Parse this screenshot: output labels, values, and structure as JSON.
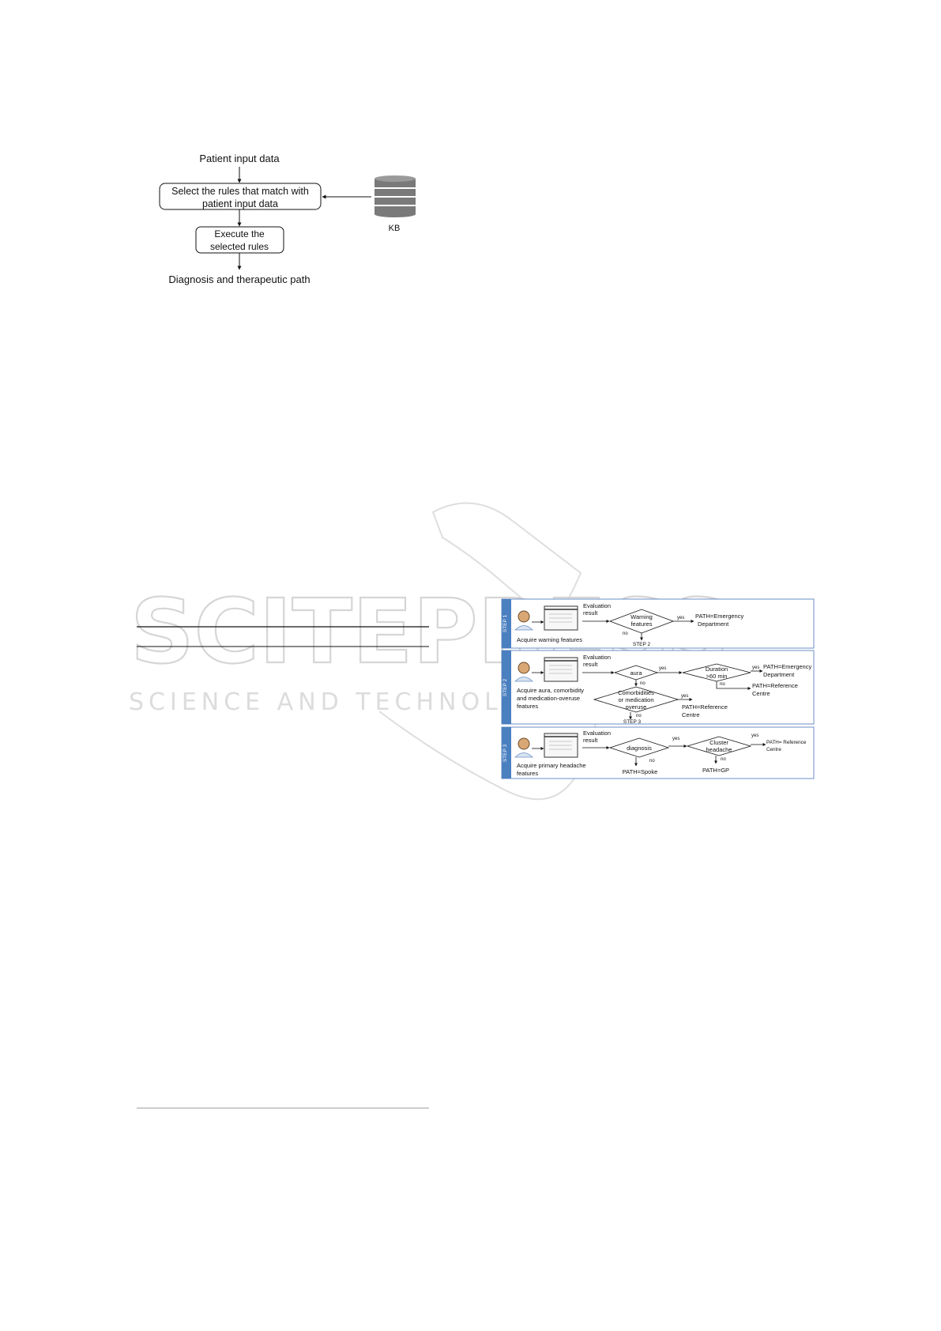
{
  "watermark": {
    "main": "SCITEPRESS",
    "sub": "SCIENCE AND TECHNOLOGY PUBLICATIONS"
  },
  "figure1": {
    "input": "Patient input data",
    "select_line1": "Select the rules that match with",
    "select_line2": "patient input data",
    "execute_line1": "Execute the",
    "execute_line2": "selected rules",
    "output": "Diagnosis and therapeutic path",
    "kb_label": "KB"
  },
  "figure2": {
    "step1": {
      "tab": "STEP 1",
      "acquire": "Acquire warning features",
      "eval_line1": "Evaluation",
      "eval_line2": "result",
      "decision_line1": "Warning",
      "decision_line2": "features",
      "yes": "yes",
      "no": "no",
      "path_line1": "PATH=Emergency",
      "path_line2": "Department",
      "next": "STEP 2"
    },
    "step2": {
      "tab": "STEP 2",
      "acquire_line1": "Acquire aura, comorbidity",
      "acquire_line2": "and medication-overuse",
      "acquire_line3": "features",
      "eval_line1": "Evaluation",
      "eval_line2": "result",
      "aura": "aura",
      "yes1": "yes",
      "no1": "no",
      "duration_line1": "Duration",
      "duration_line2": ">60 min",
      "yes2": "yes",
      "no2": "no",
      "path_a_line1": "PATH=Emergency",
      "path_a_line2": "Department",
      "path_b_line1": "PATH=Reference",
      "path_b_line2": "Centre",
      "comorb_line1": "Comorbidities",
      "comorb_line2": "or medication",
      "comorb_line3": "overuse",
      "yes3": "yes",
      "no3": "no",
      "path_c_line1": "PATH=Reference",
      "path_c_line2": "Centre",
      "next": "STEP 3"
    },
    "step3": {
      "tab": "STEP 3",
      "acquire_line1": "Acquire primary headache",
      "acquire_line2": "features",
      "eval_line1": "Evaluation",
      "eval_line2": "result",
      "diagnosis": "diagnosis",
      "yes1": "yes",
      "no1": "no",
      "path_spoke": "PATH=Spoke",
      "cluster_line1": "Cluster",
      "cluster_line2": "headache",
      "yes2": "yes",
      "no2": "no",
      "path_ref_line1": "PATH= Reference",
      "path_ref_line2": "Centre",
      "path_gp": "PATH=GP"
    }
  },
  "colors": {
    "step_tab": "#4a7fc0",
    "panel_border": "#6b8fc7",
    "kb_grey": "#7a7a7a"
  }
}
